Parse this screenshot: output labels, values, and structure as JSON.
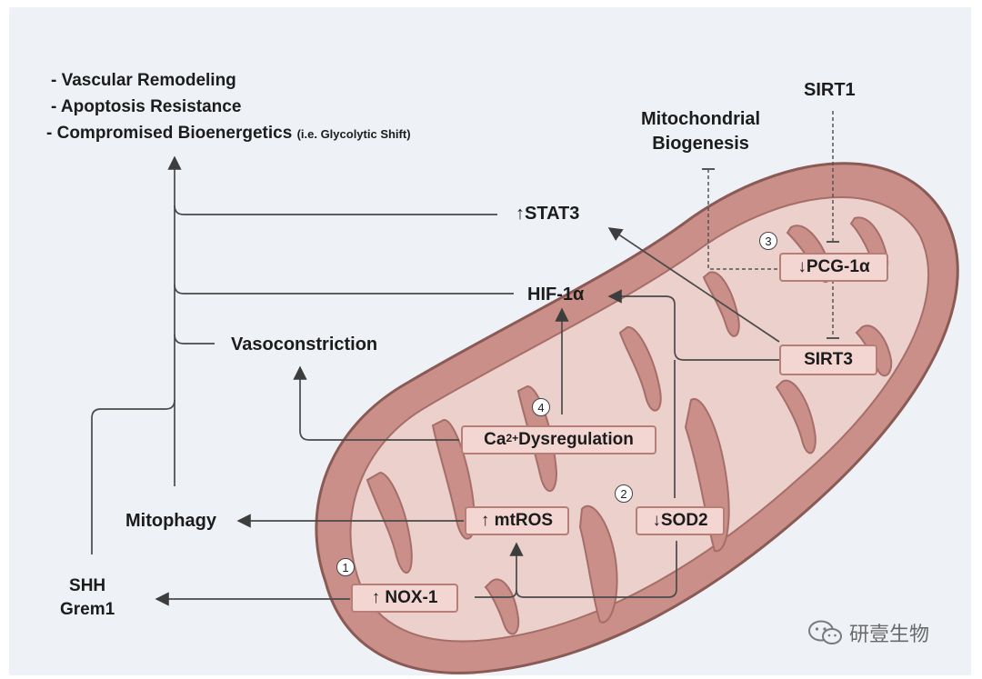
{
  "outcomes": [
    "- Vascular Remodeling",
    "- Apoptosis Resistance",
    "- Compromised Bioenergetics"
  ],
  "outcome_note": "(i.e. Glycolytic Shift)",
  "labels": {
    "stat3": "↑STAT3",
    "hif1a": "HIF-1α",
    "vasoconstriction": "Vasoconstriction",
    "mitophagy": "Mitophagy",
    "shh": "SHH",
    "grem1": "Grem1",
    "biogenesis_line1": "Mitochondrial",
    "biogenesis_line2": "Biogenesis",
    "sirt1": "SIRT1"
  },
  "boxes": {
    "pgc1a": "↓PCG-1α",
    "sirt3": "SIRT3",
    "ca_prefix": "Ca",
    "ca_sup": "2+",
    "ca_suffix": " Dysregulation",
    "mtros": "↑ mtROS",
    "sod2": "↓SOD2",
    "nox1": "↑ NOX-1"
  },
  "badges": {
    "1": "1",
    "2": "2",
    "3": "3",
    "4": "4"
  },
  "watermark": "研壹生物",
  "colors": {
    "background": "#eef1f6",
    "mitochondrion_outer": "#c98f88",
    "mitochondrion_inner": "#ebd0cc",
    "box_fill": "#f3d5d2",
    "box_border": "#b77e78"
  }
}
